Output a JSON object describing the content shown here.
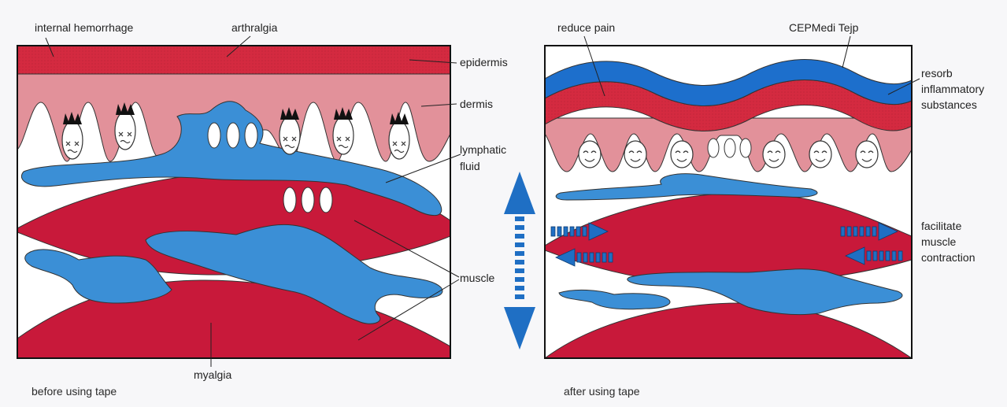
{
  "labels": {
    "internal_hemorrhage": "internal hemorrhage",
    "arthralgia": "arthralgia",
    "epidermis": "epidermis",
    "dermis": "dermis",
    "lymphatic_fluid_line1": "lymphatic",
    "lymphatic_fluid_line2": "fluid",
    "muscle": "muscle",
    "myalgia": "myalgia",
    "reduce_pain": "reduce pain",
    "cepmedi_tejp": "CEPMedi Tejp",
    "resorb_line1": "resorb",
    "resorb_line2": "inflammatory",
    "resorb_line3": "substances",
    "facilitate_line1": "facilitate",
    "facilitate_line2": "muscle",
    "facilitate_line3": "contraction"
  },
  "captions": {
    "before": "before using tape",
    "after": "after using tape"
  },
  "colors": {
    "muscle_red": "#c8193a",
    "epidermis_red": "#d42a40",
    "dermis_pink": "#e2919a",
    "lymph_blue": "#3b8fd6",
    "tape_blue": "#1d6fcc",
    "arrow_blue": "#1f6fc4",
    "frame": "#111111"
  },
  "icons": {
    "before_faces": "sad-face-icon",
    "after_faces": "smiling-face-icon",
    "pain_marks": "spiky-hair-pain-icon",
    "lymph_vesicle": "oval-vesicle-icon",
    "center_arrow": "double-headed-arrow-icon",
    "contraction_arrows": "dashed-arrow-icon"
  }
}
